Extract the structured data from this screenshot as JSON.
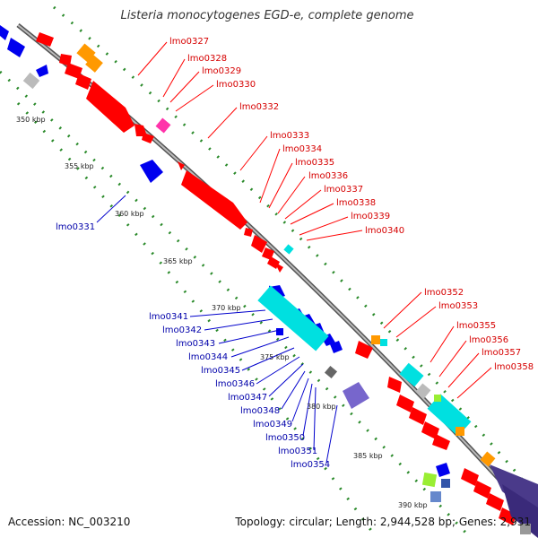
{
  "title": "Listeria monocytogenes EGD-e, complete genome",
  "footer": {
    "accession": "Accession: NC_003210",
    "topology": "Topology: circular; Length: 2,944,528 bp; Genes: 2,931"
  },
  "ticks": [
    "350 kbp",
    "355 kbp",
    "360 kbp",
    "365 kbp",
    "370 kbp",
    "375 kbp",
    "380 kbp",
    "385 kbp",
    "390 kbp"
  ],
  "labels_red": [
    "lmo0327",
    "lmo0328",
    "lmo0329",
    "lmo0330",
    "lmo0332",
    "lmo0333",
    "lmo0334",
    "lmo0335",
    "lmo0336",
    "lmo0337",
    "lmo0338",
    "lmo0339",
    "lmo0340",
    "lmo0352",
    "lmo0353",
    "lmo0355",
    "lmo0356",
    "lmo0357",
    "lmo0358"
  ],
  "labels_blue": [
    "lmo0331",
    "lmo0341",
    "lmo0342",
    "lmo0343",
    "lmo0344",
    "lmo0345",
    "lmo0346",
    "lmo0347",
    "lmo0348",
    "lmo0349",
    "lmo0350",
    "lmo0351",
    "lmo0354"
  ],
  "colors": {
    "forward_gene": "#ff0000",
    "reverse_gene": "#0000ee",
    "backbone": "#888888",
    "dotted_track": "#2a8a2a",
    "cyan_gene": "#00e0e0",
    "orange_gene": "#ff9900",
    "magenta_gene": "#ff33aa",
    "purple_gene": "#5a4a9a",
    "grey_gene": "#bbbbbb",
    "green_gene": "#99ee33",
    "navy_gene": "#3a3a88"
  }
}
